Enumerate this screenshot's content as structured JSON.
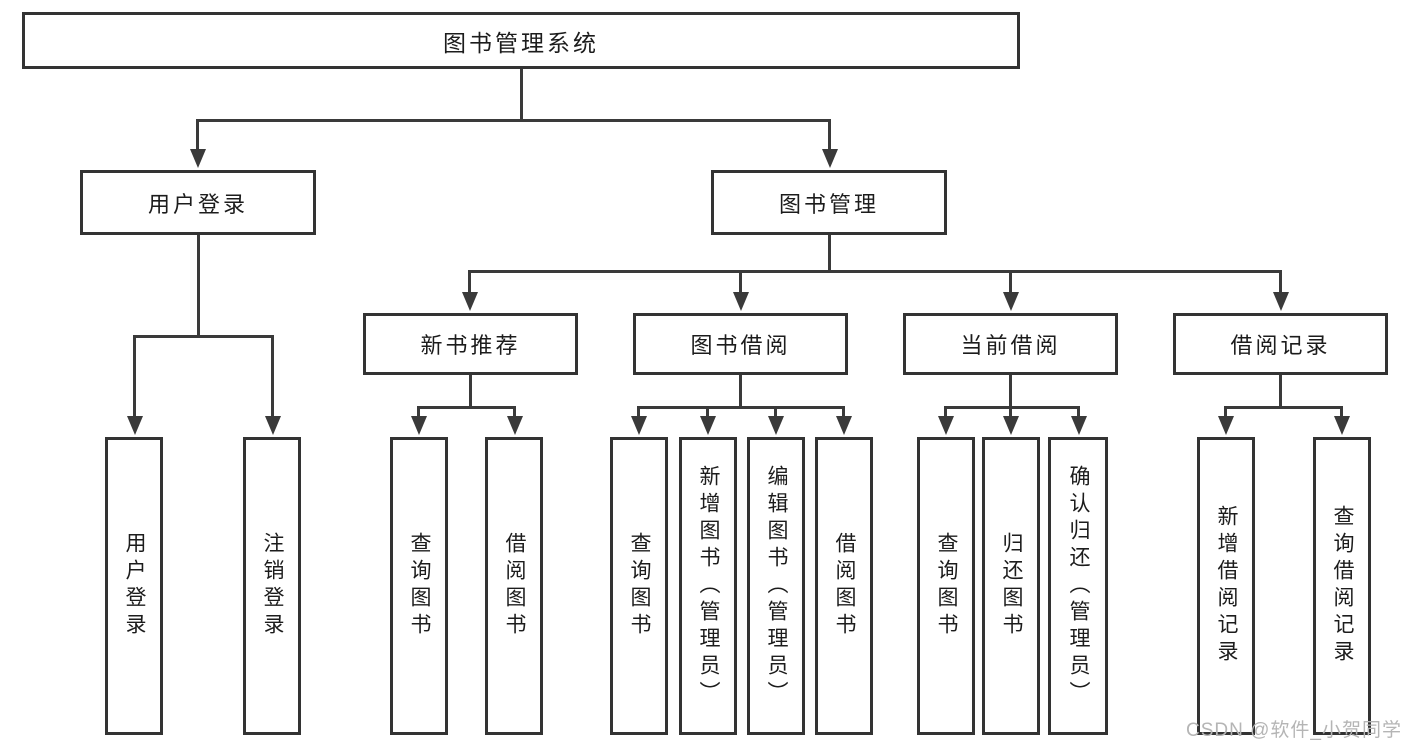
{
  "diagram": {
    "root": "图书管理系统",
    "user_login": {
      "label": "用户登录",
      "children": [
        "用户登录",
        "注销登录"
      ]
    },
    "book_mgmt": {
      "label": "图书管理",
      "children": [
        {
          "label": "新书推荐",
          "children": [
            "查询图书",
            "借阅图书"
          ]
        },
        {
          "label": "图书借阅",
          "children": [
            "查询图书",
            "新增图书（管理员）",
            "编辑图书（管理员）",
            "借阅图书"
          ]
        },
        {
          "label": "当前借阅",
          "children": [
            "查询图书",
            "归还图书",
            "确认归还（管理员）"
          ]
        },
        {
          "label": "借阅记录",
          "children": [
            "新增借阅记录",
            "查询借阅记录"
          ]
        }
      ]
    }
  },
  "colors": {
    "line": "#3a3a3a",
    "border": "#333333",
    "text": "#1c1c1c",
    "watermark_text_color": "#b5b5b5"
  },
  "watermark": "CSDN @软件_小贺同学"
}
